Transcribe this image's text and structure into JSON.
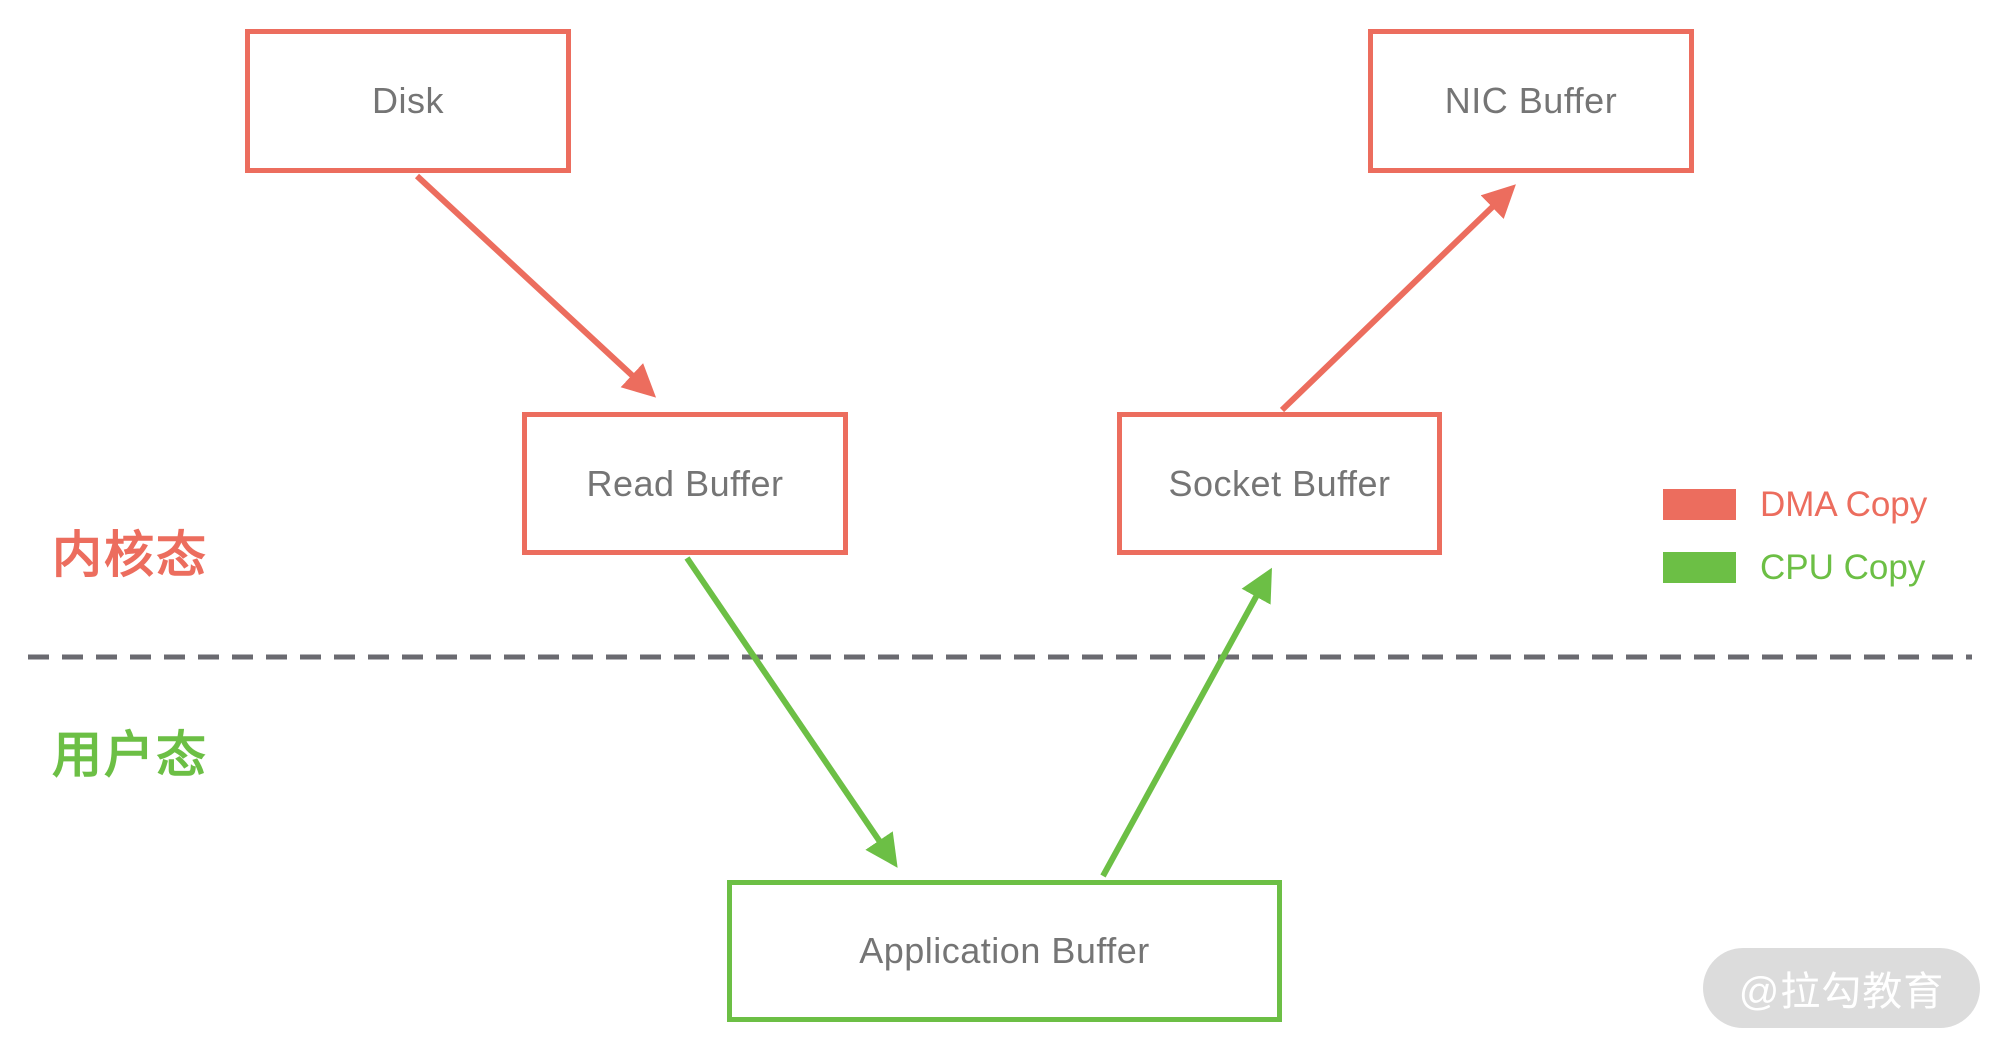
{
  "colors": {
    "dma": "#ec6d5e",
    "cpu": "#6cbf45",
    "node_text": "#757575",
    "boundary": "#6a6a70",
    "watermark_bg": "#dcdcdc",
    "watermark_text": "#ffffff"
  },
  "nodes": {
    "disk": {
      "label": "Disk"
    },
    "read_buffer": {
      "label": "Read Buffer"
    },
    "socket_buffer": {
      "label": "Socket Buffer"
    },
    "nic_buffer": {
      "label": "NIC Buffer"
    },
    "application_buffer": {
      "label": "Application Buffer"
    }
  },
  "zones": {
    "kernel": {
      "label": "内核态"
    },
    "user": {
      "label": "用户态"
    }
  },
  "edges": [
    {
      "from": "Disk",
      "to": "Read Buffer",
      "type": "DMA Copy"
    },
    {
      "from": "Read Buffer",
      "to": "Application Buffer",
      "type": "CPU Copy"
    },
    {
      "from": "Application Buffer",
      "to": "Socket Buffer",
      "type": "CPU Copy"
    },
    {
      "from": "Socket Buffer",
      "to": "NIC Buffer",
      "type": "DMA Copy"
    }
  ],
  "legend": {
    "items": [
      {
        "label": "DMA Copy",
        "color": "#ec6d5e"
      },
      {
        "label": "CPU Copy",
        "color": "#6cbf45"
      }
    ]
  },
  "watermark": {
    "text": "@拉勾教育"
  }
}
